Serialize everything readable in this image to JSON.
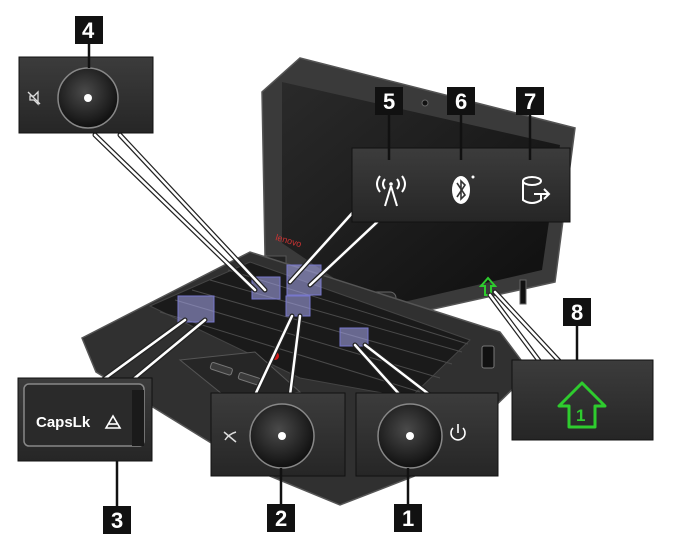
{
  "callouts": [
    {
      "id": "1",
      "label": "1",
      "icon": "power-icon"
    },
    {
      "id": "2",
      "label": "2",
      "icon": "mic-mute-icon"
    },
    {
      "id": "3",
      "label": "3",
      "icon": "caps-lock-icon"
    },
    {
      "id": "4",
      "label": "4",
      "icon": "speaker-mute-icon"
    },
    {
      "id": "5",
      "label": "5",
      "icon": "wireless-icon"
    },
    {
      "id": "6",
      "label": "6",
      "icon": "bluetooth-icon"
    },
    {
      "id": "7",
      "label": "7",
      "icon": "drive-activity-icon"
    },
    {
      "id": "8",
      "label": "8",
      "icon": "numlock-icon"
    }
  ],
  "capslock_key_text": "CapsLk",
  "brand_text": "lenovo",
  "numlock_digit": "1",
  "colors": {
    "indicator_green": "#2ecc2e",
    "trackpoint_red": "#d01515",
    "highlight_blue": "#aaaaf0",
    "panel_gray": "#2e2e2e"
  }
}
